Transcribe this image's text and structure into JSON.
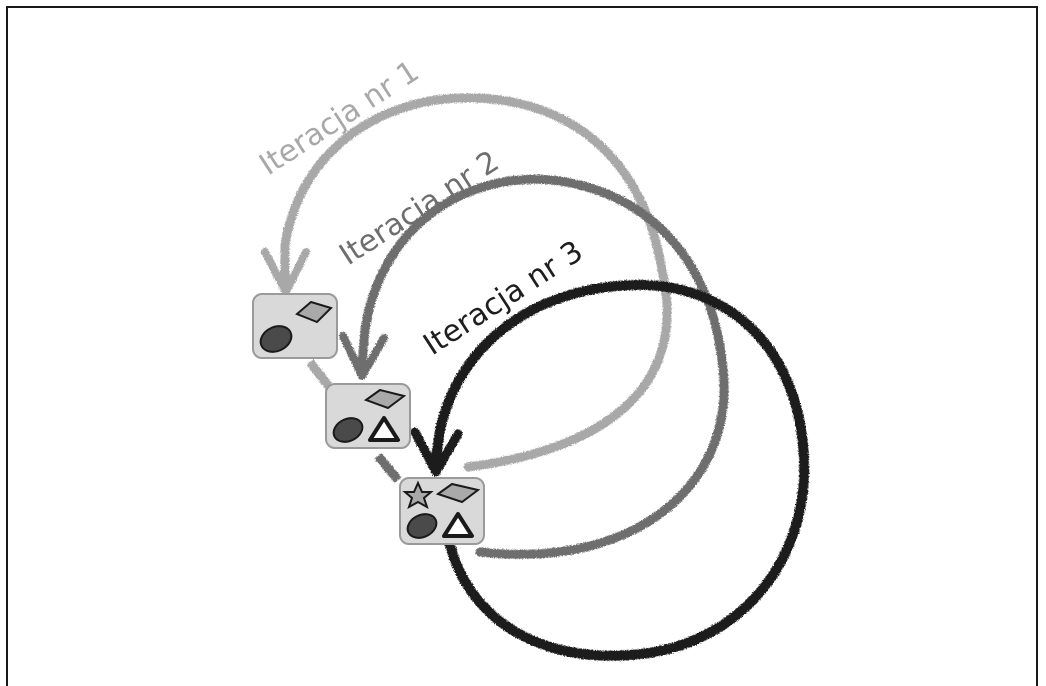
{
  "iterations": [
    {
      "label": "Iteracja nr 1",
      "color": "#a8a8a8",
      "shapes": [
        "ellipse",
        "rhombus"
      ]
    },
    {
      "label": "Iteracja nr 2",
      "color": "#6e6e6e",
      "shapes": [
        "ellipse",
        "rhombus",
        "triangle"
      ]
    },
    {
      "label": "Iteracja nr 3",
      "color": "#1e1e1e",
      "shapes": [
        "ellipse",
        "rhombus",
        "triangle",
        "star"
      ]
    }
  ],
  "colors": {
    "box_fill": "#d9d9d9",
    "box_stroke": "#9a9a9a",
    "shape_dark": "#4a4a4a",
    "shape_light": "#a9a9a9"
  }
}
